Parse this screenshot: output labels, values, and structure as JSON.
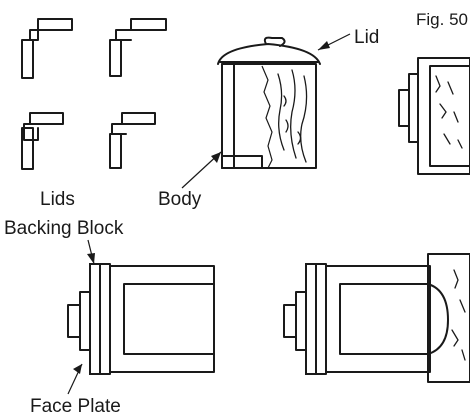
{
  "figure": {
    "number": "Fig. 50",
    "labels": {
      "lid": "Lid",
      "lids": "Lids",
      "body": "Body",
      "backing_block": "Backing Block",
      "face_plate": "Face Plate"
    }
  }
}
